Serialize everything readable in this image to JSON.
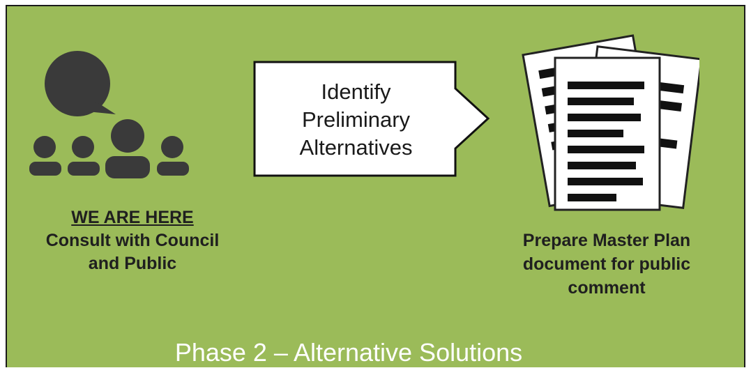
{
  "colors": {
    "panel": "#9bbb59",
    "border": "#1a1a1a",
    "icon": "#3a3a3a",
    "phase_text": "#ffffff"
  },
  "icons": [
    "speech-bubble-icon",
    "people-group-icon",
    "right-arrow-box",
    "documents-icon"
  ],
  "consult": {
    "marker": "WE ARE HERE",
    "line1": "Consult with Council",
    "line2": "and Public"
  },
  "step": {
    "line1": "Identify",
    "line2": "Preliminary",
    "line3": "Alternatives"
  },
  "prepare": {
    "line1": "Prepare Master Plan",
    "line2": "document for public",
    "line3": "comment"
  },
  "phase": {
    "title": "Phase 2 – Alternative Solutions"
  }
}
